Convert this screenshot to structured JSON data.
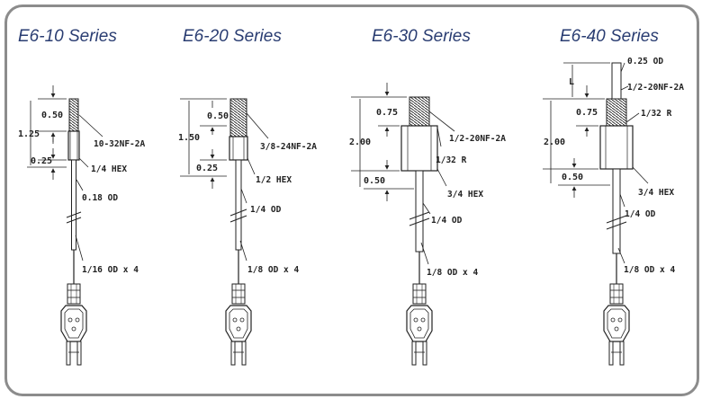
{
  "series": [
    {
      "title": "E6-10 Series",
      "labels": [
        "0.50",
        "1.25",
        "0.25",
        "10-32NF-2A",
        "1/4 HEX",
        "0.18 OD",
        "1/16 OD x 4"
      ]
    },
    {
      "title": "E6-20 Series",
      "labels": [
        "0.50",
        "1.50",
        "0.25",
        "3/8-24NF-2A",
        "1/2 HEX",
        "1/4 OD",
        "1/8 OD x 4"
      ]
    },
    {
      "title": "E6-30 Series",
      "labels": [
        "0.75",
        "2.00",
        "0.50",
        "1/2-20NF-2A",
        "1/32 R",
        "3/4 HEX",
        "1/4 OD",
        "1/8 OD x 4"
      ]
    },
    {
      "title": "E6-40 Series",
      "labels": [
        "L",
        "0.25 OD",
        "1/2-20NF-2A",
        "0.75",
        "1/32 R",
        "2.00",
        "3/4 HEX",
        "0.50",
        "1/4 OD",
        "1/8 OD x 4"
      ]
    }
  ],
  "colors": {
    "title": "#2a3d72",
    "frame": "#8c8c8c",
    "line": "#222222"
  }
}
